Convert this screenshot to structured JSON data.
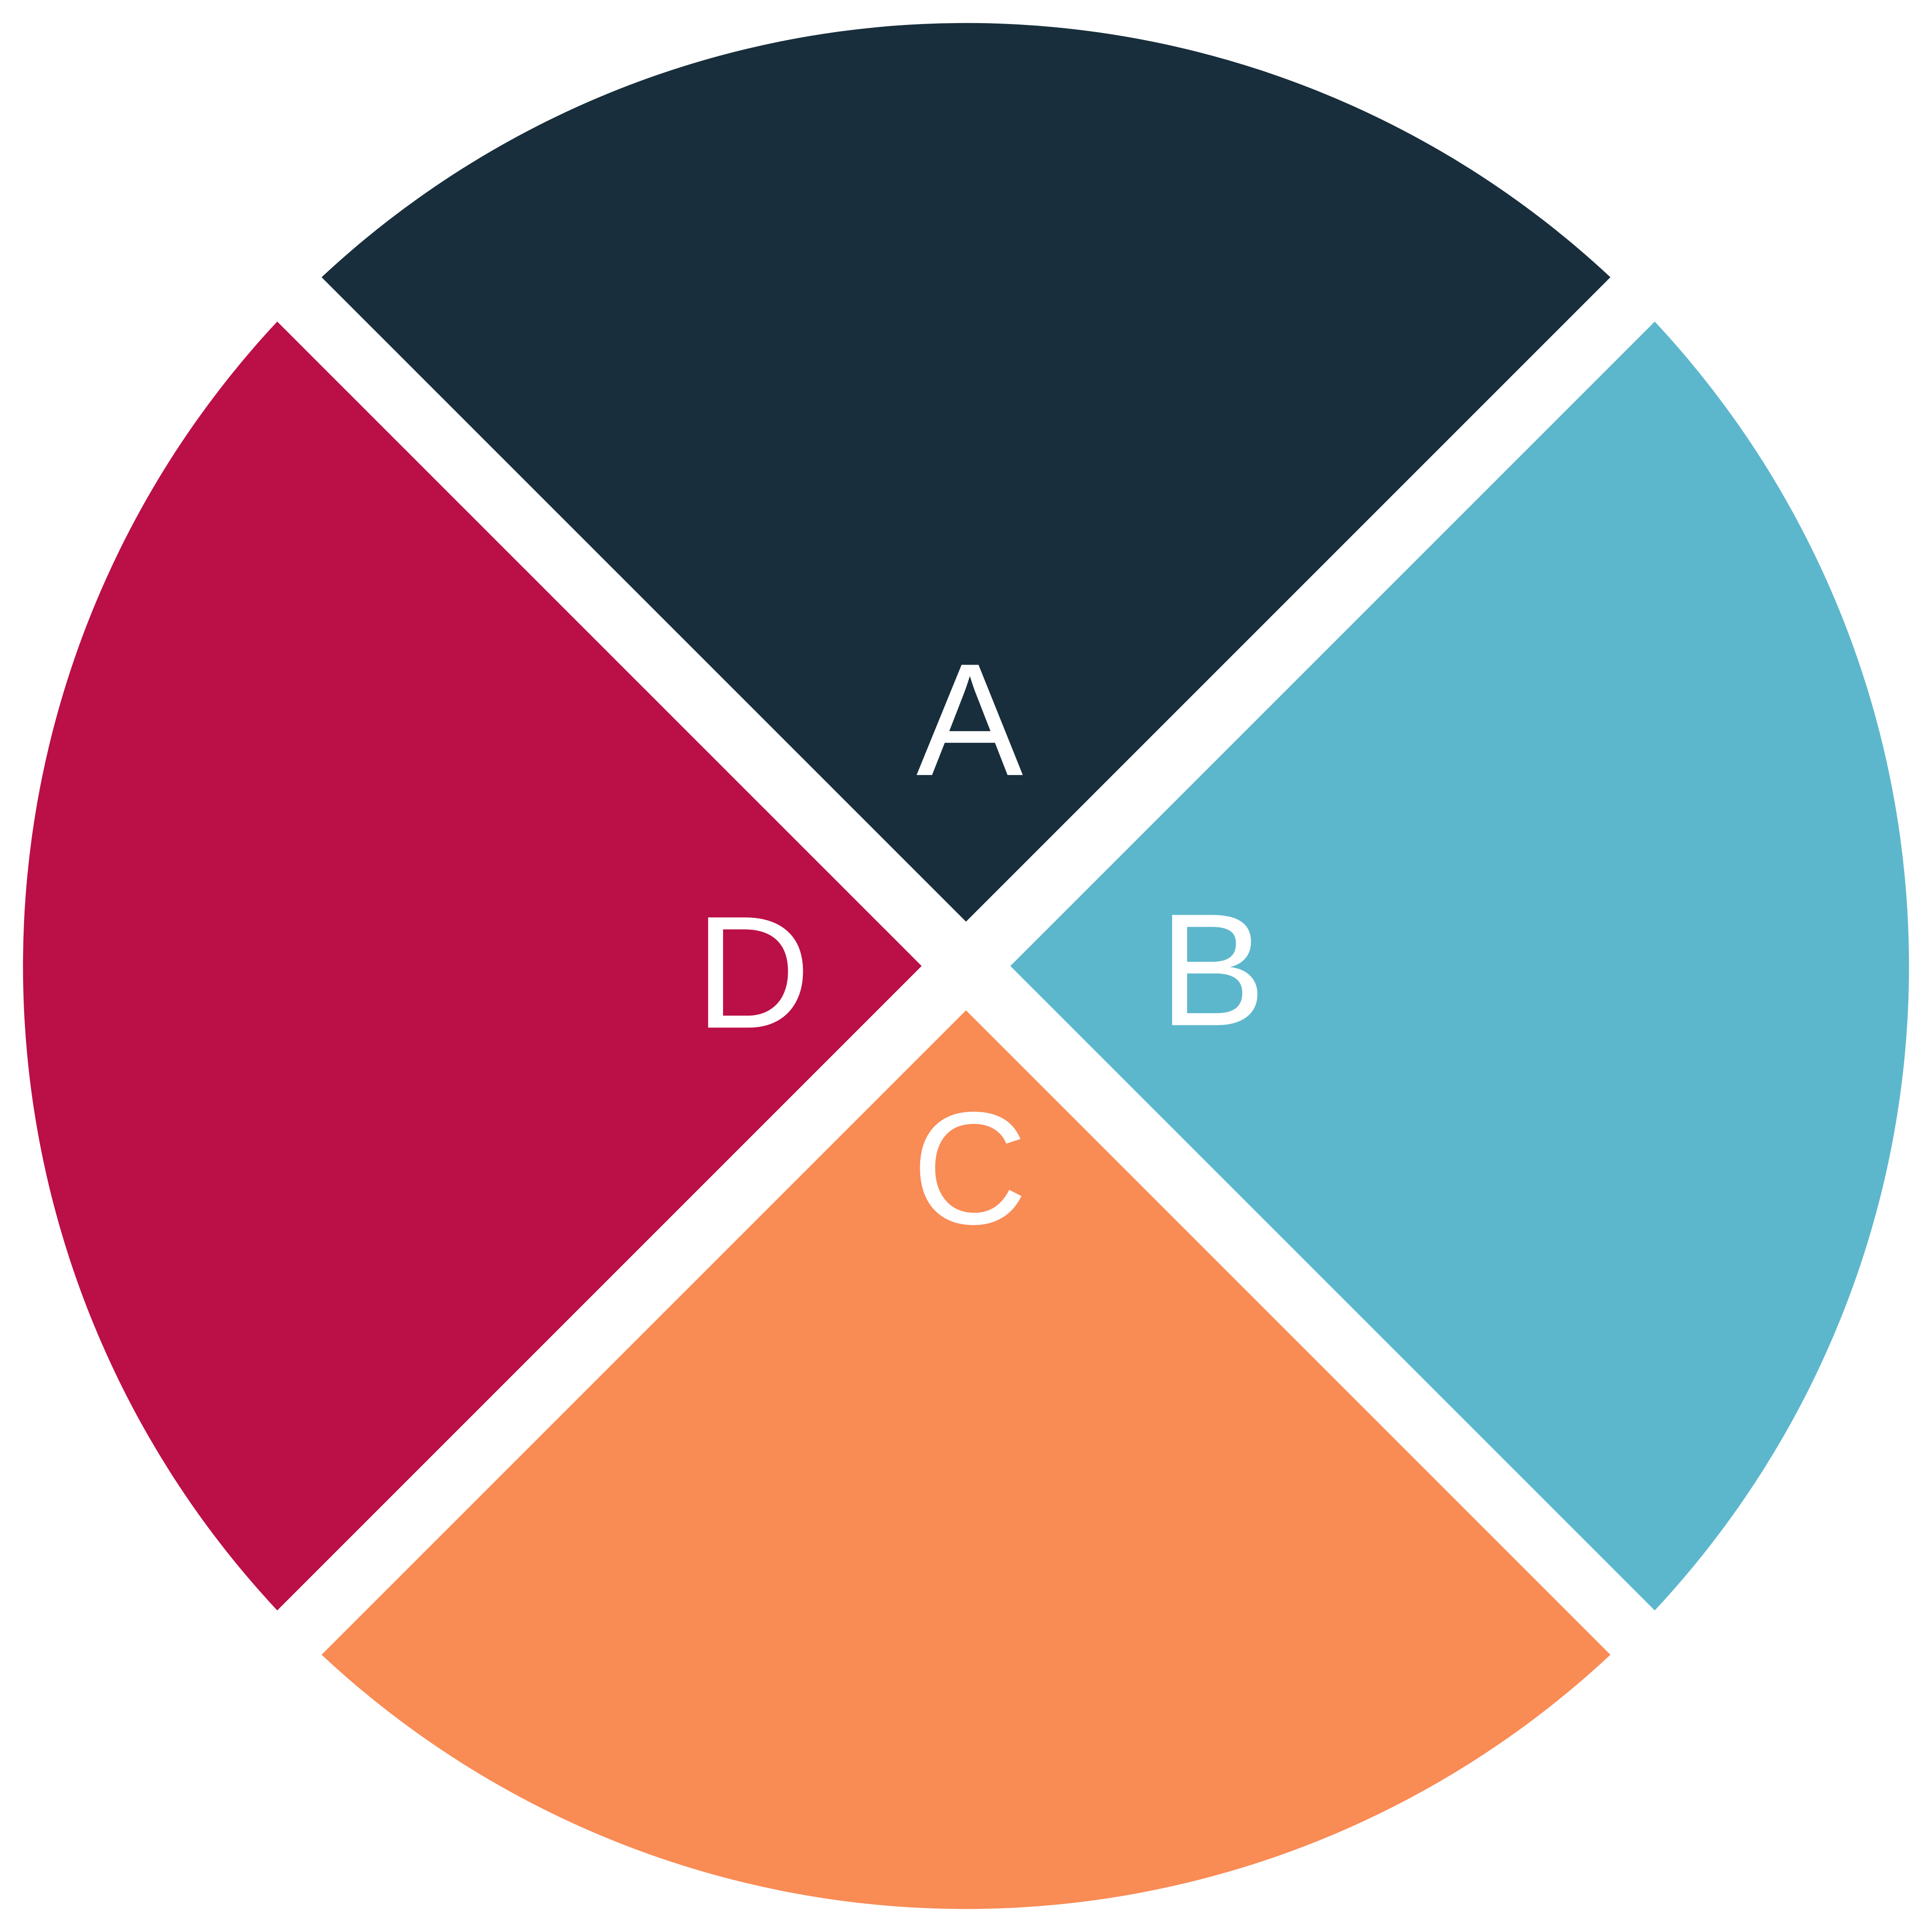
{
  "segments": [
    {
      "id": "A",
      "label": "A",
      "color": "#182e3c"
    },
    {
      "id": "B",
      "label": "B",
      "color": "#5db7cc"
    },
    {
      "id": "C",
      "label": "C",
      "color": "#f98b55"
    },
    {
      "id": "D",
      "label": "D",
      "color": "#bb0f47"
    }
  ]
}
